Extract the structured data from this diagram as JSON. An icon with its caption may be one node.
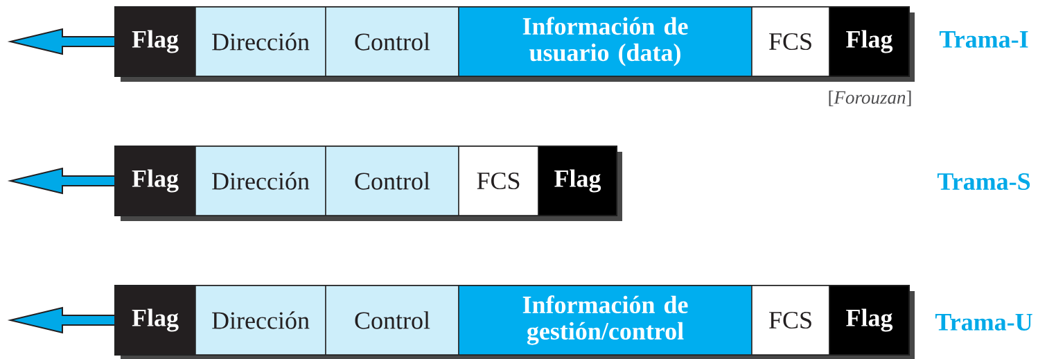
{
  "diagram": {
    "nodes": [
      {
        "text": [],
        "shape": "bar"
      },
      {
        "text": [
          "Flag"
        ],
        "in": 0
      },
      {
        "text": [
          "Dirección"
        ],
        "in": 0
      },
      {
        "text": [
          "Control"
        ],
        "in": 0
      },
      {
        "text": [
          "Información de usuario (data)"
        ],
        "in": 0
      },
      {
        "text": [
          "FCS"
        ],
        "in": 0
      },
      {
        "text": [
          "Flag"
        ],
        "in": 0
      },
      {
        "text": [],
        "shape": "bar"
      },
      {
        "text": [
          "Flag"
        ],
        "in": 7
      },
      {
        "text": [
          "Dirección"
        ],
        "in": 7
      },
      {
        "text": [
          "Control"
        ],
        "in": 7
      },
      {
        "text": [
          "FCS"
        ],
        "in": 7
      },
      {
        "text": [
          "Flag"
        ],
        "in": 7
      },
      {
        "text": [],
        "shape": "bar"
      },
      {
        "text": [
          "Flag"
        ],
        "in": 13
      },
      {
        "text": [
          "Dirección"
        ],
        "in": 13
      },
      {
        "text": [
          "Control"
        ],
        "in": 13
      },
      {
        "text": [
          "Información de gestión/control"
        ],
        "in": 13
      },
      {
        "text": [
          "FCS"
        ],
        "in": 13
      },
      {
        "text": [
          "Flag"
        ],
        "in": 13
      }
    ],
    "edges": [
      {
        "from": 1,
        "to": null,
        "arrow": "to"
      },
      {
        "from": 8,
        "to": null,
        "arrow": "to"
      },
      {
        "from": 14,
        "to": null,
        "arrow": "to"
      }
    ],
    "labels": [
      "Trama-I",
      "[*Forouzan*]",
      "Trama-S",
      "Trama-U"
    ]
  }
}
